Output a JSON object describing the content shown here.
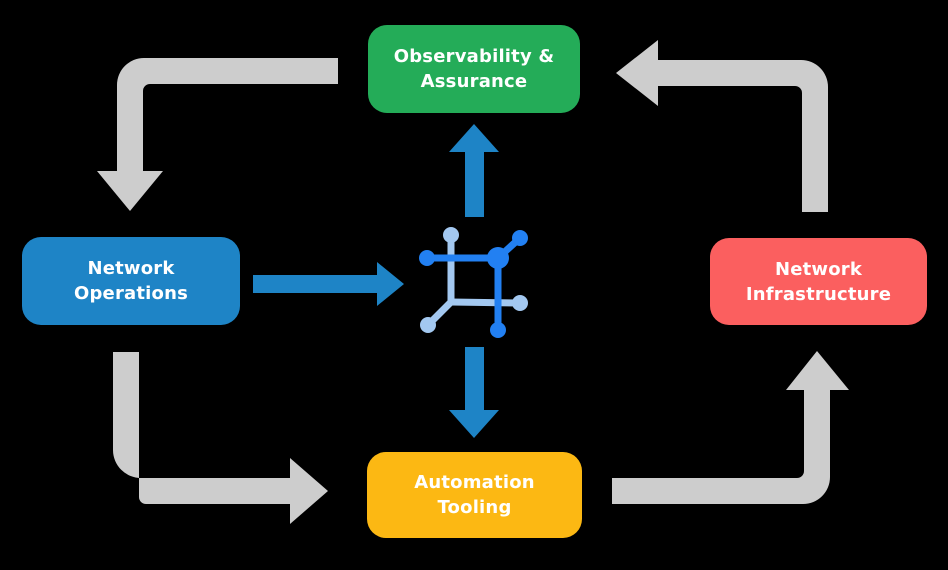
{
  "diagram": {
    "background_color": "#000000",
    "text_color": "#ffffff",
    "boxes": {
      "observability": {
        "line1": "Observability &",
        "line2": "Assurance",
        "color": "#24ac58"
      },
      "operations": {
        "line1": "Network",
        "line2": "Operations",
        "color": "#1e84c6"
      },
      "infrastructure": {
        "line1": "Network",
        "line2": "Infrastructure",
        "color": "#fb5f5f"
      },
      "automation": {
        "line1": "Automation",
        "line2": "Tooling",
        "color": "#fcb813"
      }
    },
    "arrows": {
      "cycle_color": "#cdcdcd",
      "flow_color": "#1e84c6"
    },
    "hub_icon": {
      "name": "network-hub-icon",
      "primary_color": "#2280f2",
      "secondary_color": "#a3c8f0"
    }
  }
}
